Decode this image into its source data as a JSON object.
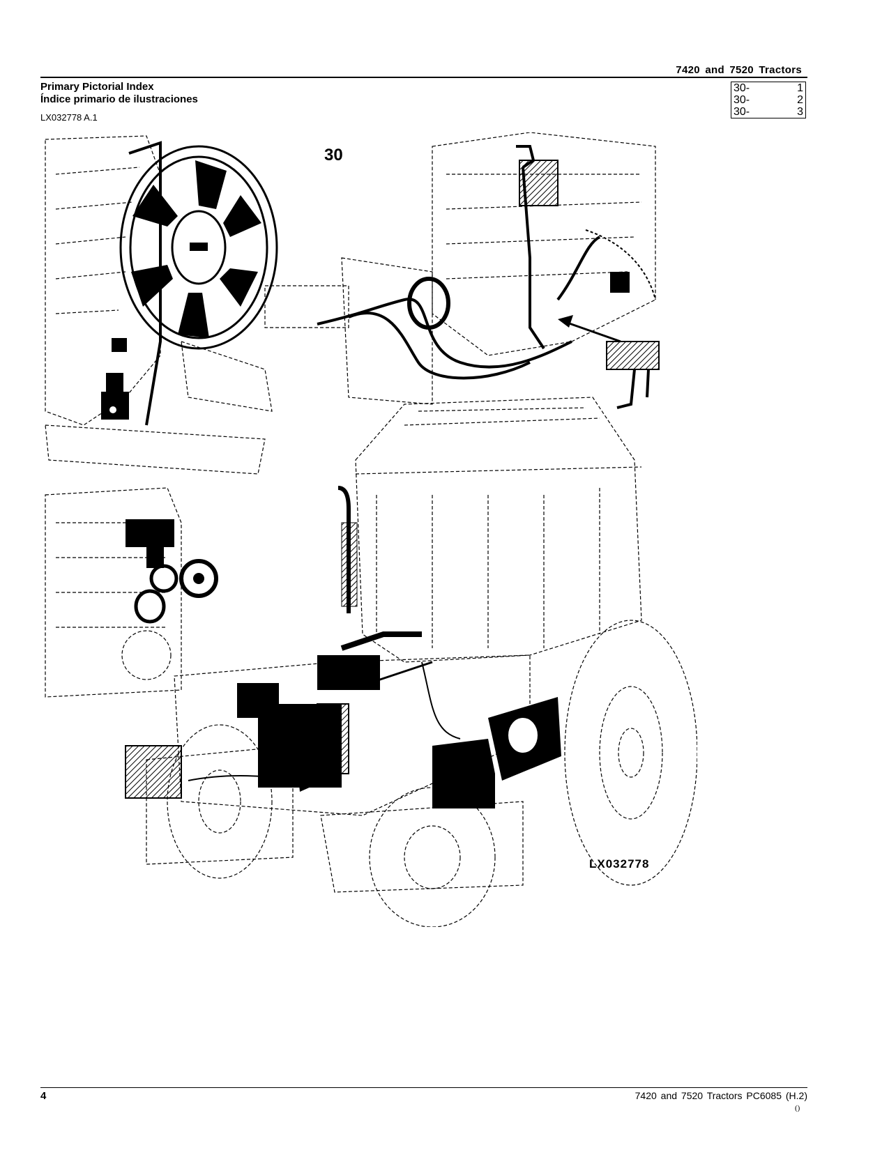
{
  "header": {
    "title": "7420 and 7520 Tractors"
  },
  "section": {
    "title_en": "Primary Pictorial Index",
    "title_es": "Índice primario de ilustraciones",
    "figure_ref": "LX032778 A.1"
  },
  "page_index": [
    {
      "group": "30-",
      "page": "1"
    },
    {
      "group": "30-",
      "page": "2"
    },
    {
      "group": "30-",
      "page": "3"
    }
  ],
  "illustration": {
    "group_label": "30",
    "image_id": "LX032778"
  },
  "footer": {
    "page_number": "4",
    "text": "7420 and 7520 Tractors    PC6085    (H.2)",
    "mark": "()"
  }
}
